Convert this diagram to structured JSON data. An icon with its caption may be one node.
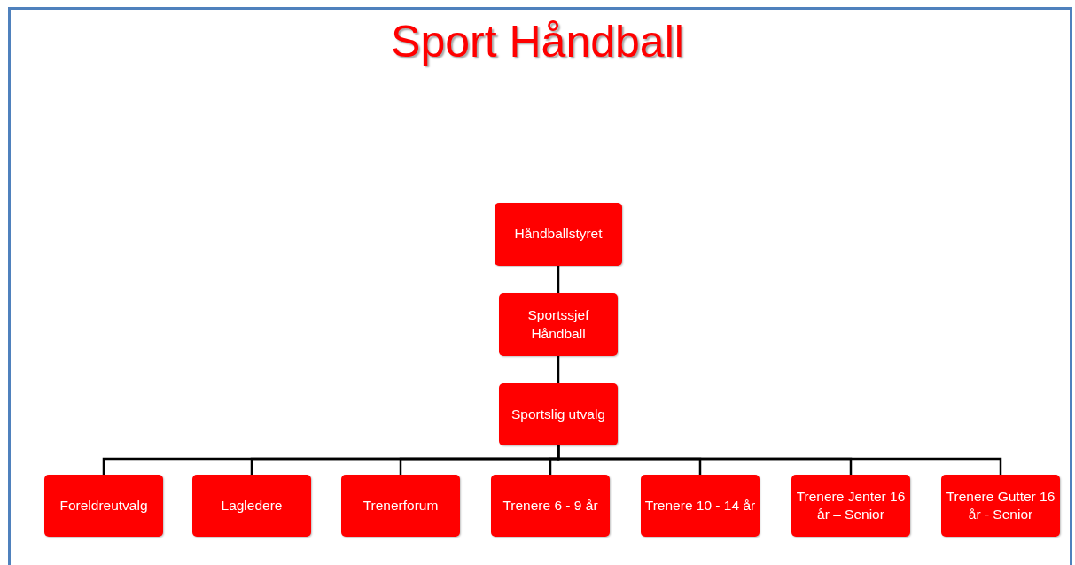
{
  "diagram": {
    "title": "Sport Håndball",
    "nodes": [
      {
        "text": [
          "Håndballstyret"
        ]
      },
      {
        "text": [
          "Sportssjef Håndball"
        ]
      },
      {
        "text": [
          "Sportslig utvalg"
        ]
      },
      {
        "text": [
          "Foreldreutvalg"
        ]
      },
      {
        "text": [
          "Lagledere"
        ]
      },
      {
        "text": [
          "Trenerforum"
        ]
      },
      {
        "text": [
          "Trenere 6 - 9 år"
        ]
      },
      {
        "text": [
          "Trenere 10 - 14 år"
        ]
      },
      {
        "text": [
          "Trenere Jenter 16 år – Senior"
        ]
      },
      {
        "text": [
          "Trenere Gutter 16 år - Senior"
        ]
      }
    ],
    "edges": [
      {
        "from": 0,
        "to": 1,
        "arrow": "none"
      },
      {
        "from": 1,
        "to": 2,
        "arrow": "none"
      },
      {
        "from": 2,
        "to": 3,
        "arrow": "none"
      },
      {
        "from": 2,
        "to": 4,
        "arrow": "none"
      },
      {
        "from": 2,
        "to": 5,
        "arrow": "none"
      },
      {
        "from": 2,
        "to": 6,
        "arrow": "none"
      },
      {
        "from": 2,
        "to": 7,
        "arrow": "none"
      },
      {
        "from": 2,
        "to": 8,
        "arrow": "none"
      },
      {
        "from": 2,
        "to": 9,
        "arrow": "none"
      }
    ]
  }
}
